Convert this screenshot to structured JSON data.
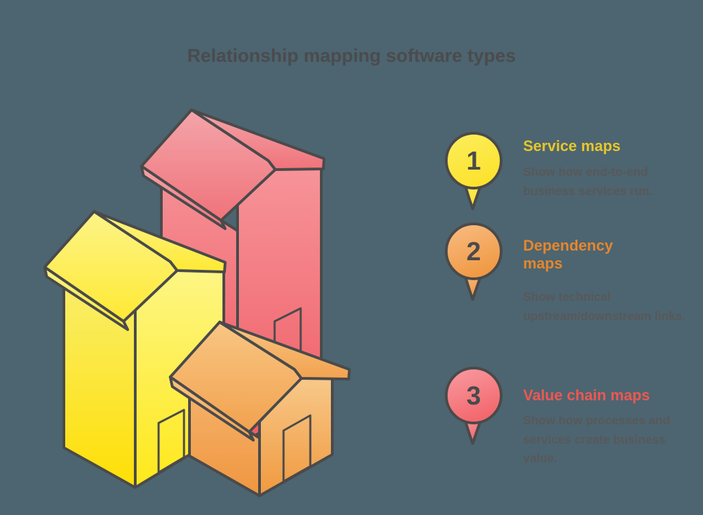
{
  "background_color": "#4c6570",
  "title": {
    "text": "Relationship mapping software types",
    "color": "#4b4b4d"
  },
  "items": [
    {
      "number": "1",
      "label": "Service maps",
      "description": "Show how end-to-end business services run.",
      "accent_color": "#e8c62a",
      "pin_gradient_top": "#fbee5e",
      "pin_gradient_bottom": "#fde32f"
    },
    {
      "number": "2",
      "label": "Dependency maps",
      "description": "Show technical upstream/downstream links.",
      "accent_color": "#e6862c",
      "pin_gradient_top": "#f9bd85",
      "pin_gradient_bottom": "#f09a44"
    },
    {
      "number": "3",
      "label": "Value chain maps",
      "description": "Show how processes and services create business value.",
      "accent_color": "#ef5752",
      "pin_gradient_top": "#f89da2",
      "pin_gradient_bottom": "#f3686e"
    }
  ],
  "body_text_color": "#58585a",
  "pin": {
    "number_color": "#4a4a4c",
    "outline_color": "#4a4a4b"
  },
  "illustration": {
    "outline_color": "#4a4a4b",
    "houses": [
      {
        "name": "red-house",
        "roof_top": "#f3a5aa",
        "roof_bottom": "#f0737a",
        "wall_left_top": "#f58f94",
        "wall_left_bottom": "#ef545e",
        "wall_right_top": "#f69499",
        "wall_right_bottom": "#f05a63"
      },
      {
        "name": "yellow-house",
        "roof_top": "#fdf488",
        "roof_bottom": "#fee933",
        "wall_left_top": "#f9ee6a",
        "wall_left_bottom": "#ffdf05",
        "wall_right_top": "#fdf685",
        "wall_right_bottom": "#ffe81a"
      },
      {
        "name": "orange-house",
        "roof_top": "#f8c683",
        "roof_bottom": "#f2a24f",
        "wall_left_top": "#f5b168",
        "wall_left_bottom": "#ef9640",
        "wall_right_top": "#f8c98a",
        "wall_right_bottom": "#f0993f"
      }
    ]
  }
}
